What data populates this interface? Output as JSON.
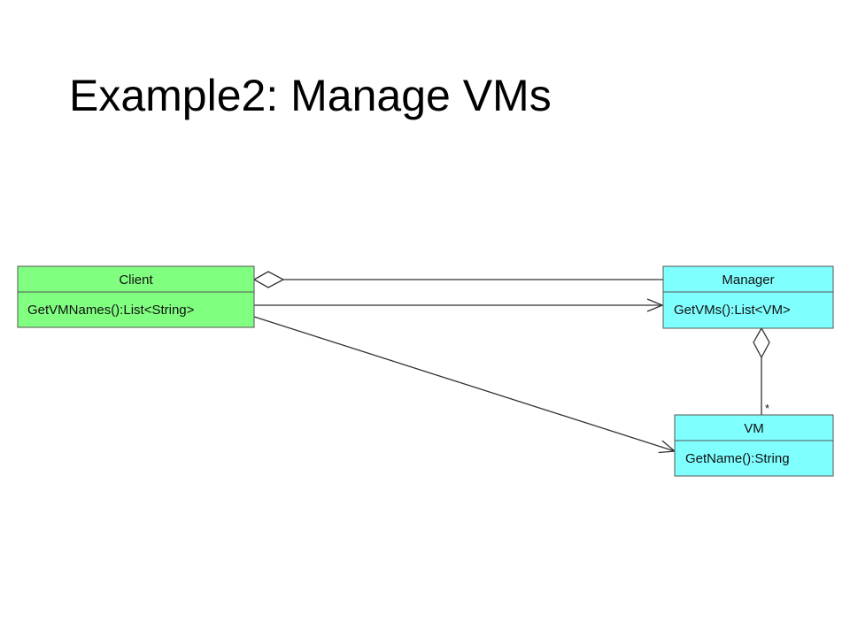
{
  "title": "Example2: Manage VMs",
  "colors": {
    "client_fill": "#80ff80",
    "class_fill": "#80ffff",
    "border": "#555555",
    "line": "#333333"
  },
  "classes": {
    "client": {
      "name": "Client",
      "method": "GetVMNames():List<String>"
    },
    "manager": {
      "name": "Manager",
      "method": "GetVMs():List<VM>"
    },
    "vm": {
      "name": "VM",
      "method": "GetName():String"
    }
  },
  "relations": {
    "manager_vm_multiplicity": "*"
  }
}
